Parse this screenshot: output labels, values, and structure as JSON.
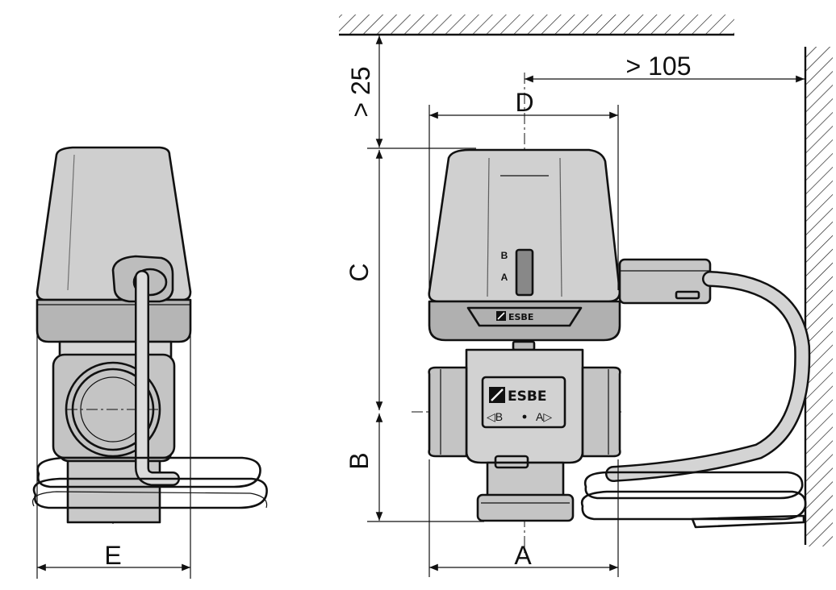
{
  "dimensions": {
    "clearance_top": "> 25",
    "clearance_side": "> 105",
    "label_d": "D",
    "label_c": "C",
    "label_b": "B",
    "label_a": "A",
    "label_e": "E"
  },
  "actuator": {
    "position_b": "B",
    "position_a": "A",
    "brand": "ESBE"
  },
  "valve": {
    "brand": "ESBE",
    "port_b": "◁B",
    "port_a": "A▷"
  }
}
